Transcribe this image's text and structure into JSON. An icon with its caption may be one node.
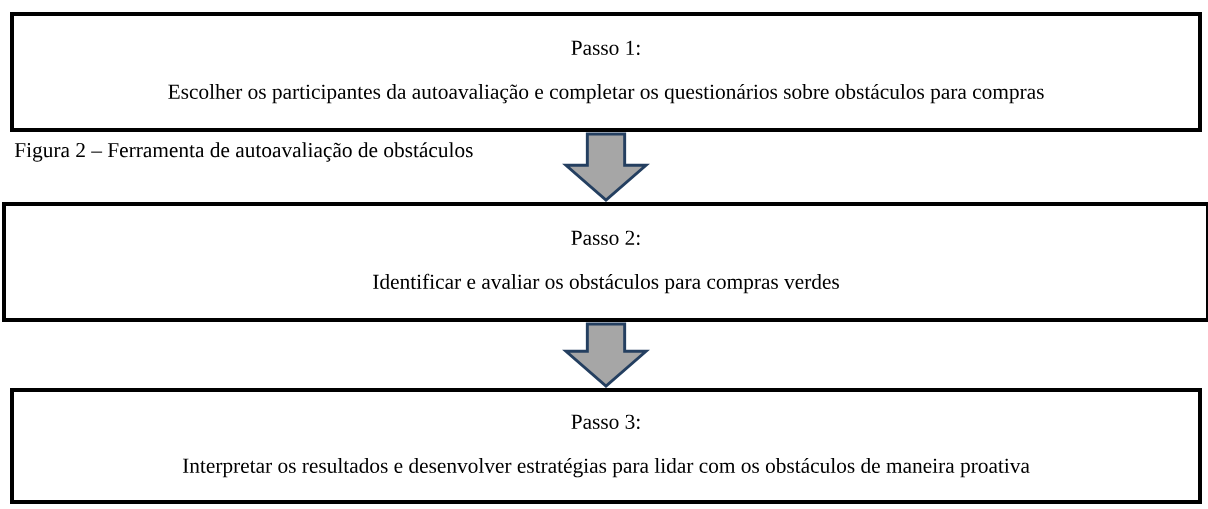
{
  "diagram": {
    "title": "Figura 2 – Ferramenta de autoavaliação de obstáculos",
    "nodes": [
      {
        "text": [
          "Passo 1:",
          "Escolher os participantes da autoavaliação e completar os questionários sobre obstáculos para compras"
        ]
      },
      {
        "text": [
          "Passo 2:",
          "Identificar e avaliar os obstáculos para compras verdes"
        ]
      },
      {
        "text": [
          "Passo 3:",
          "Interpretar os resultados e desenvolver estratégias para lidar com os obstáculos de maneira proativa"
        ]
      }
    ],
    "edges": [
      {
        "from": 0,
        "to": 1,
        "arrow": "to"
      },
      {
        "from": 1,
        "to": 2,
        "arrow": "to"
      }
    ]
  }
}
